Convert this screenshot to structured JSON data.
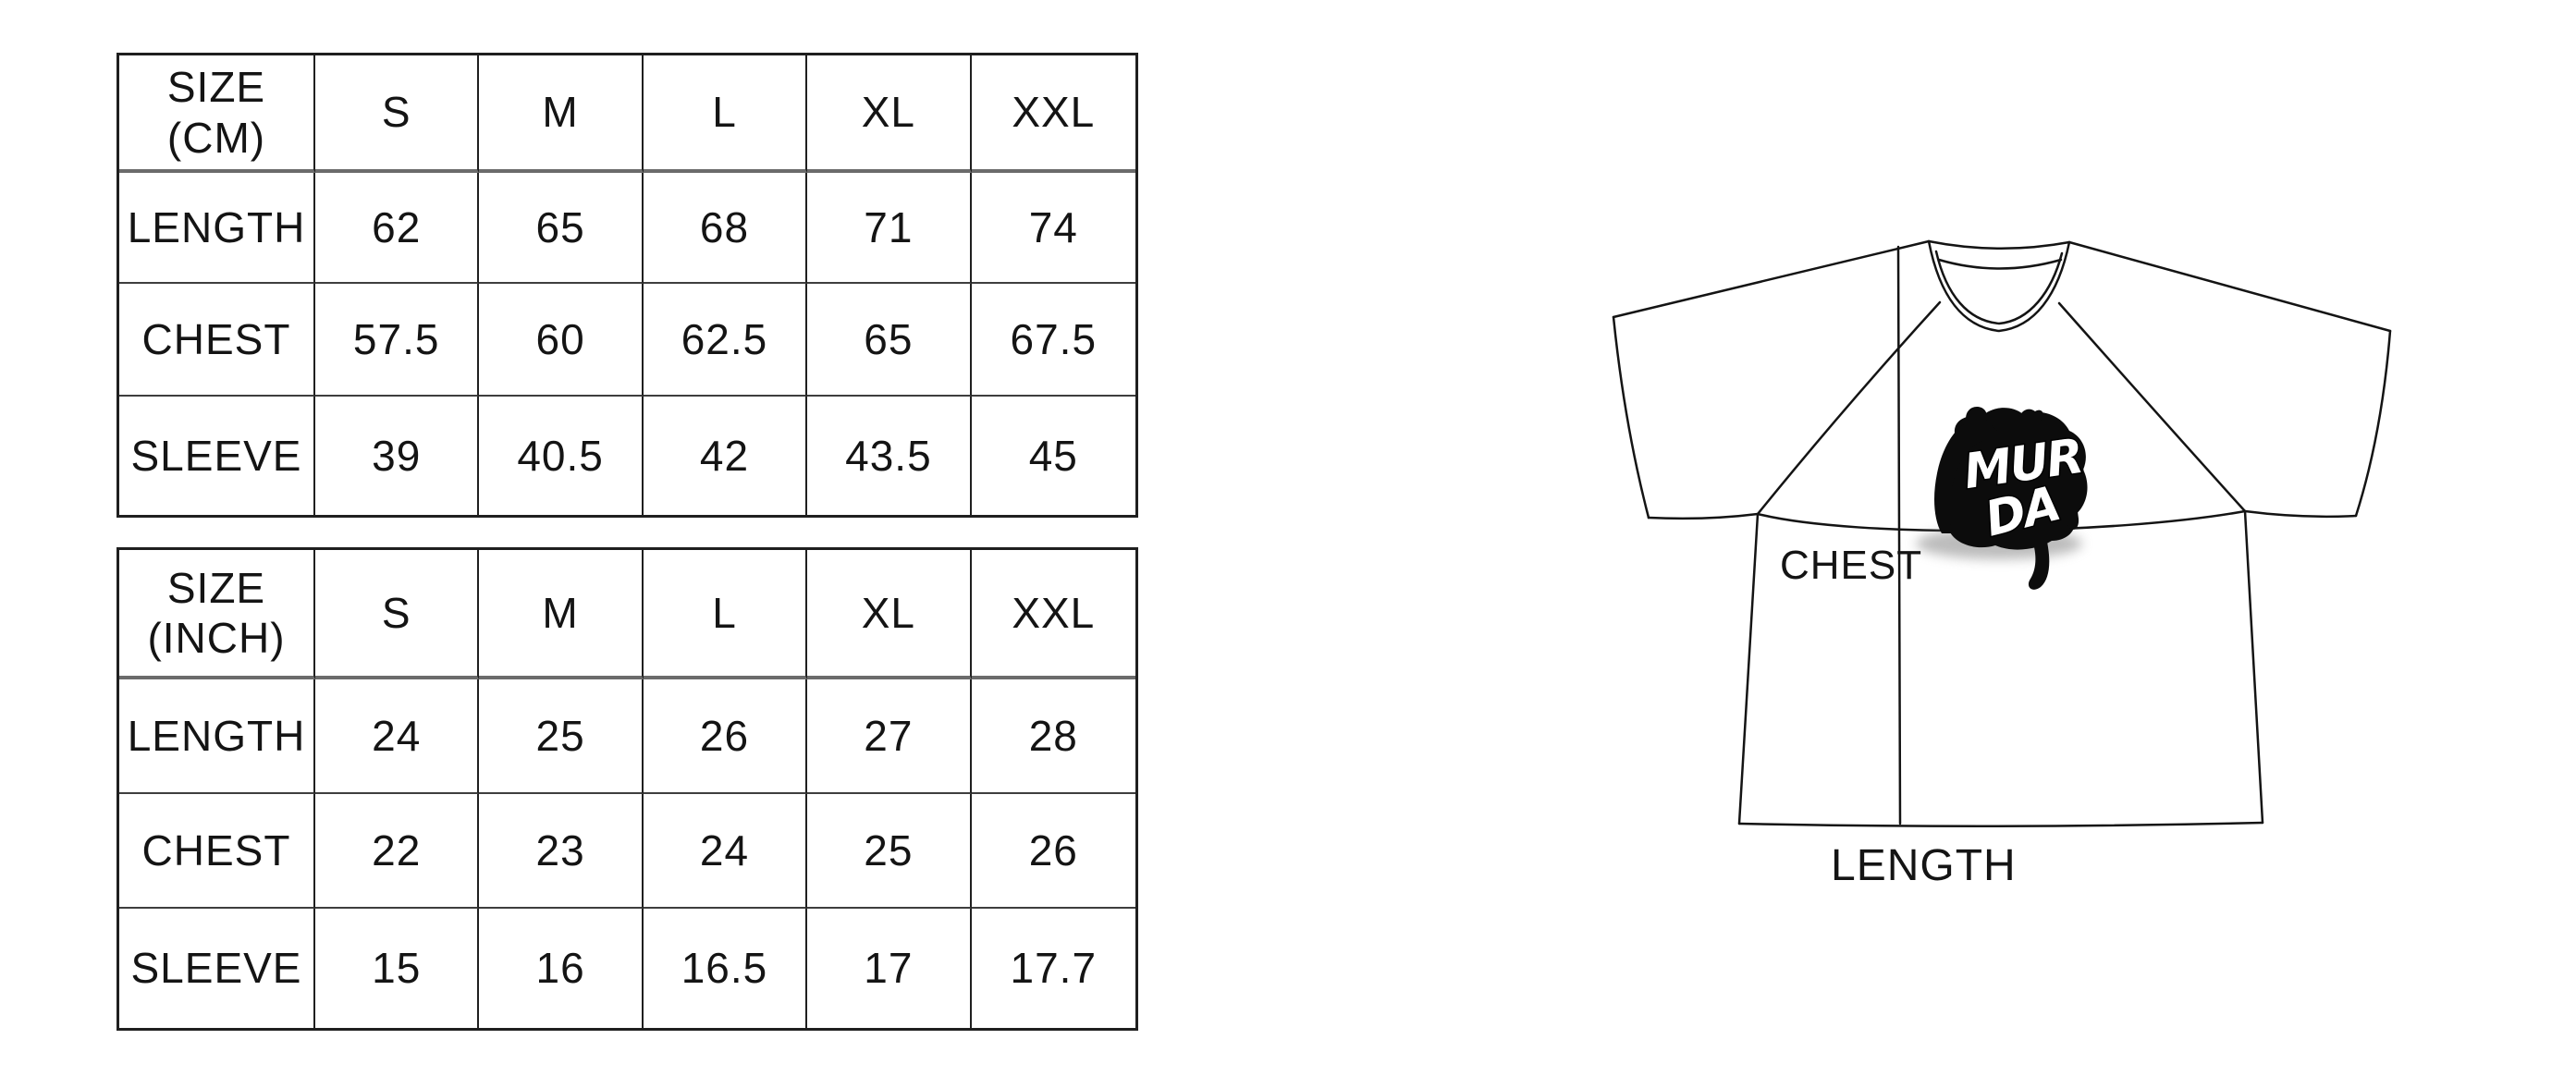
{
  "page": {
    "background": "#ffffff",
    "ink": "#141414",
    "grid_line": "#1f1f1f",
    "grid_heavy_line": "#6b6b6b"
  },
  "size_chart": {
    "tables": [
      {
        "id": "cm",
        "unit_header": "SIZE\n(CM)",
        "sizes": [
          "S",
          "M",
          "L",
          "XL",
          "XXL"
        ],
        "rows": [
          {
            "label": "LENGTH",
            "values": [
              "62",
              "65",
              "68",
              "71",
              "74"
            ]
          },
          {
            "label": "CHEST",
            "values": [
              "57.5",
              "60",
              "62.5",
              "65",
              "67.5"
            ]
          },
          {
            "label": "SLEEVE",
            "values": [
              "39",
              "40.5",
              "42",
              "43.5",
              "45"
            ]
          }
        ]
      },
      {
        "id": "inch",
        "unit_header": "SIZE\n(INCH)",
        "sizes": [
          "S",
          "M",
          "L",
          "XL",
          "XXL"
        ],
        "rows": [
          {
            "label": "LENGTH",
            "values": [
              "24",
              "25",
              "26",
              "27",
              "28"
            ]
          },
          {
            "label": "CHEST",
            "values": [
              "22",
              "23",
              "24",
              "25",
              "26"
            ]
          },
          {
            "label": "SLEEVE",
            "values": [
              "15",
              "16",
              "16.5",
              "17",
              "17.7"
            ]
          }
        ]
      }
    ]
  },
  "shirt_diagram": {
    "chest_label": "CHEST",
    "length_label": "LENGTH",
    "graphic": {
      "text_top": "MUR",
      "text_bottom": "DA"
    }
  }
}
